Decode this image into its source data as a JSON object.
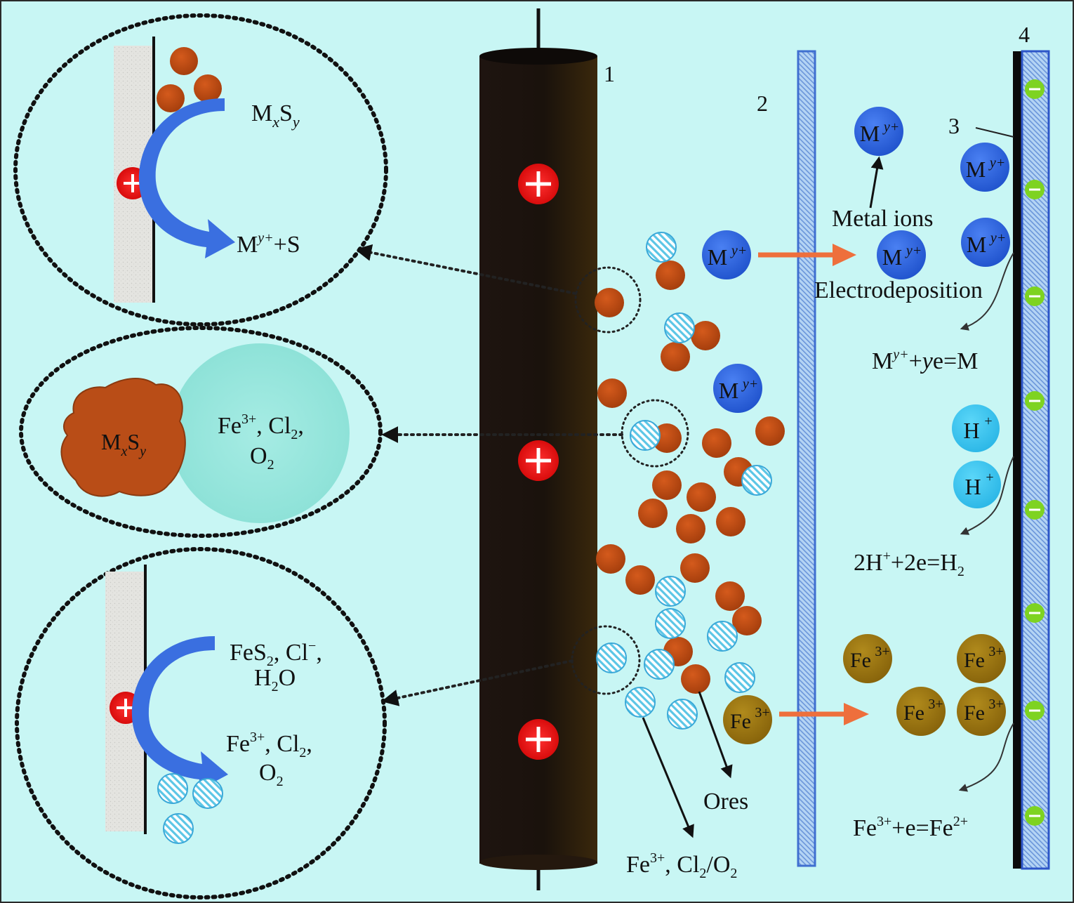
{
  "labels": {
    "n1": "1",
    "n2": "2",
    "n3": "3",
    "n4": "4",
    "metal_ions": "Metal ions",
    "electrodeposition": "Electrodeposition",
    "ores": "Ores"
  },
  "ions": {
    "M": "M",
    "y_plus": "y+",
    "H": "H",
    "plus": "+",
    "Fe": "Fe",
    "three_plus": "3+"
  },
  "reactions": {
    "deposit_M": {
      "a": "M",
      "sup1": "y+",
      "b": "+",
      "i": "y",
      "c": "e=M"
    },
    "hydrogen": {
      "a": "2H",
      "sup1": "+",
      "b": "+2e=H",
      "sub1": "2"
    },
    "iron": {
      "a": "Fe",
      "sup1": "3+",
      "b": "+e=Fe",
      "sup2": "2+"
    },
    "bottom_products": {
      "a": "Fe",
      "sup1": "3+",
      "b": ", Cl",
      "sub1": "2",
      "c": "/O",
      "sub2": "2"
    }
  },
  "insets": {
    "top": {
      "reactant": {
        "a": "M",
        "sub1": "x",
        "b": "S",
        "sub2": "y"
      },
      "product": {
        "a": "M",
        "sup1": "y+",
        "b": "+S"
      }
    },
    "middle": {
      "particle": {
        "a": "M",
        "sub1": "x",
        "b": "S",
        "sub2": "y"
      },
      "line1": {
        "a": "Fe",
        "sup1": "3+",
        "b": ", Cl",
        "sub1": "2",
        "c": ","
      },
      "line2": {
        "a": "O",
        "sub1": "2"
      }
    },
    "bottom": {
      "r1": {
        "a": "FeS",
        "sub1": "2",
        "b": ", Cl",
        "sup1": "−",
        "c": ","
      },
      "r2": {
        "a": "H",
        "sub1": "2",
        "b": "O"
      },
      "p1": {
        "a": "Fe",
        "sup1": "3+",
        "b": ", Cl",
        "sub1": "2",
        "c": ","
      },
      "p2": {
        "a": "O",
        "sub1": "2"
      }
    }
  },
  "colors": {
    "background": "#c8f6f4",
    "anode": "#1a100b",
    "ore": "#b8470f",
    "metal_ion": "#2962e0",
    "proton": "#3cc8f0",
    "iron_ion": "#9a7310",
    "positive": "#e81818",
    "negative": "#7ed321",
    "arrow_orange": "#ee6f3c",
    "arrow_blue": "#3a6fe0"
  }
}
